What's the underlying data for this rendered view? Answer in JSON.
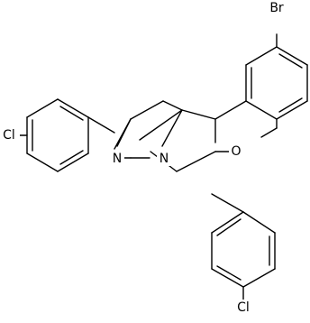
{
  "structure": {
    "type": "chemical-structure-drawing",
    "atom_labels": {
      "bromine": "Br",
      "chlorine_left": "Cl",
      "chlorine_bottom": "Cl",
      "nitrogen_imine": "N",
      "nitrogen_bridge": "N",
      "oxygen": "O"
    }
  }
}
